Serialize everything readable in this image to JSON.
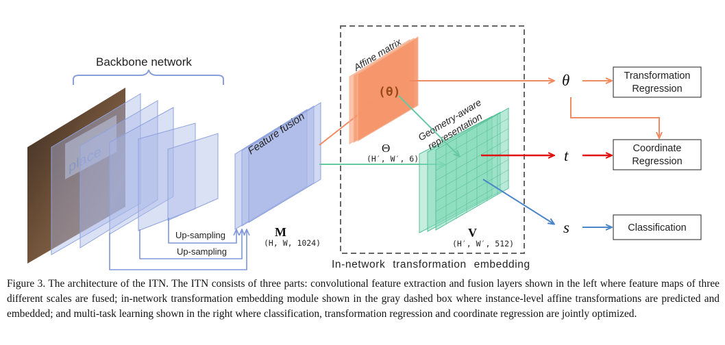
{
  "labels": {
    "backbone": "Backbone network",
    "feature_fusion": "Feature fusion",
    "upsampling_1": "Up-sampling",
    "upsampling_2": "Up-sampling",
    "m_symbol": "M",
    "m_dims": "(H, W, 1024)",
    "affine_matrix": "Affine matrix",
    "theta_inner": "(θ)",
    "theta_cap": "Θ",
    "theta_dims": "(H′, W′, 6)",
    "geo_line1": "Geometry-aware",
    "geo_line2": "representation",
    "v_symbol": "V",
    "v_dims": "(H′, W′, 512)",
    "embedding_box": "In-network transformation embedding",
    "out_theta": "θ",
    "out_t": "t",
    "out_s": "s"
  },
  "tasks": {
    "transformation_line1": "Transformation",
    "transformation_line2": "Regression",
    "coordinate_line1": "Coordinate",
    "coordinate_line2": "Regression",
    "classification": "Classification"
  },
  "colors": {
    "feature_blue": "#aab8e8",
    "affine_orange": "#f5956a",
    "geo_green": "#7fd9b8",
    "arrow_orange": "#f08a60",
    "arrow_green": "#66c9a2",
    "arrow_red": "#e01010",
    "arrow_blue": "#4a86c8",
    "upsample_blue": "#7f96d8"
  },
  "caption": "Figure 3. The architecture of the ITN. The ITN consists of three parts: convolutional feature extraction and fusion layers shown in the left where feature maps of three different scales are fused; in-network transformation embedding module shown in the gray dashed box where instance-level affine transformations are predicted and embedded; and multi-task learning shown in the right where classification, transformation regression and coordinate regression are jointly optimized."
}
